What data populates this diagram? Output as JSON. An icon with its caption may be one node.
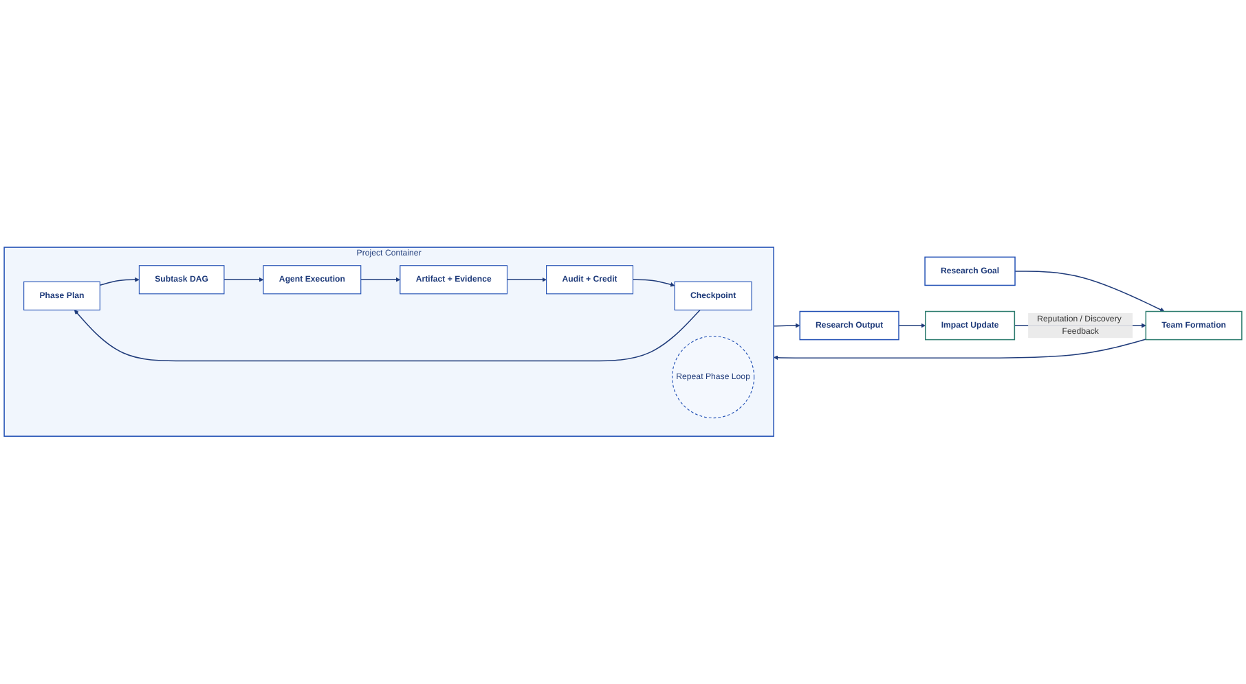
{
  "diagram": {
    "nodes": [
      {
        "text": [
          "Research Goal"
        ]
      },
      {
        "text": [
          "Team Formation"
        ]
      },
      {
        "text": [
          "Project Container"
        ]
      },
      {
        "text": [
          "Phase Plan"
        ],
        "in": 2
      },
      {
        "text": [
          "Subtask DAG"
        ],
        "in": 2
      },
      {
        "text": [
          "Agent Execution"
        ],
        "in": 2
      },
      {
        "text": [
          "Artifact + Evidence"
        ],
        "in": 2
      },
      {
        "text": [
          "Audit + Credit"
        ],
        "in": 2
      },
      {
        "text": [
          "Checkpoint"
        ],
        "in": 2
      },
      {
        "text": [
          "Repeat Phase Loop"
        ],
        "in": 2
      },
      {
        "text": [
          "Research Output"
        ]
      },
      {
        "text": [
          "Impact Update"
        ]
      }
    ],
    "edges": [
      {
        "from": 0,
        "to": 1,
        "arrow": "to"
      },
      {
        "from": 1,
        "to": 2,
        "arrow": "to"
      },
      {
        "from": 8,
        "to": 3,
        "arrow": "to"
      },
      {
        "from": 3,
        "to": 4,
        "arrow": "to"
      },
      {
        "from": 4,
        "to": 5,
        "arrow": "to"
      },
      {
        "from": 5,
        "to": 6,
        "arrow": "to"
      },
      {
        "from": 6,
        "to": 7,
        "arrow": "to"
      },
      {
        "from": 7,
        "to": 8,
        "arrow": "to"
      },
      {
        "from": 2,
        "to": 10,
        "arrow": "to"
      },
      {
        "from": 10,
        "to": 11,
        "arrow": "to"
      },
      {
        "from": 11,
        "to": 1,
        "arrow": "to",
        "label": "Reputation / Discovery Feedback"
      }
    ]
  }
}
